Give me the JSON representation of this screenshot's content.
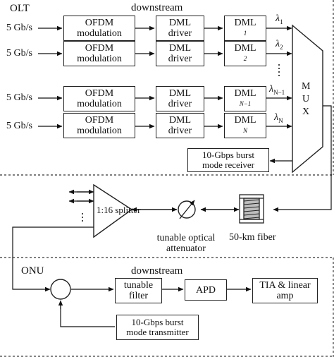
{
  "olt": {
    "title": "OLT",
    "section_label": "downstream",
    "channels": [
      {
        "rate": "5 Gb/s",
        "mod": [
          "OFDM",
          "modulation"
        ],
        "driver": [
          "DML",
          "driver"
        ],
        "dml_base": "DML",
        "dml_sub": "1",
        "lambda": "λ",
        "lambda_sub": "1"
      },
      {
        "rate": "5 Gb/s",
        "mod": [
          "OFDM",
          "modulation"
        ],
        "driver": [
          "DML",
          "driver"
        ],
        "dml_base": "DML",
        "dml_sub": "2",
        "lambda": "λ",
        "lambda_sub": "2"
      },
      {
        "rate": "5 Gb/s",
        "mod": [
          "OFDM",
          "modulation"
        ],
        "driver": [
          "DML",
          "driver"
        ],
        "dml_base": "DML",
        "dml_sub": "N−1",
        "lambda": "λ",
        "lambda_sub": "N−1"
      },
      {
        "rate": "5 Gb/s",
        "mod": [
          "OFDM",
          "modulation"
        ],
        "driver": [
          "DML",
          "driver"
        ],
        "dml_base": "DML",
        "dml_sub": "N",
        "lambda": "λ",
        "lambda_sub": "N"
      }
    ],
    "mux_letters": [
      "M",
      "U",
      "X"
    ],
    "burst_receiver": [
      "10-Gbps burst",
      "mode receiver"
    ]
  },
  "link": {
    "splitter": "1:16 splitter",
    "attenuator": [
      "tunable optical",
      "attenuator"
    ],
    "fiber": "50-km fiber"
  },
  "onu": {
    "title": "ONU",
    "section_label": "downstream",
    "filter": [
      "tunable",
      "filter"
    ],
    "apd": "APD",
    "tia": [
      "TIA & linear",
      "amp"
    ],
    "burst_transmitter": [
      "10-Gbps burst",
      "mode transmitter"
    ]
  }
}
